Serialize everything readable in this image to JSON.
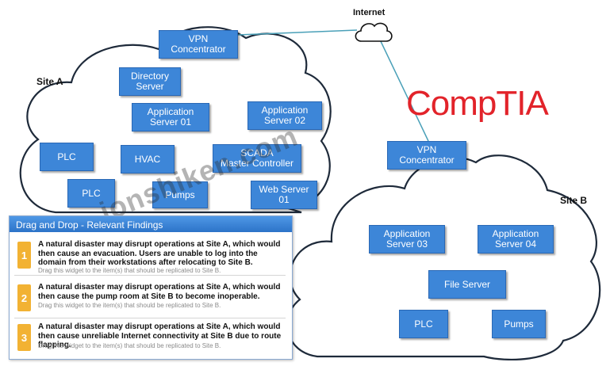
{
  "internet_label": "Internet",
  "site_a_label": "Site A",
  "site_b_label": "Site B",
  "brand": "CompTIA",
  "watermark": "jonshiken.com",
  "panel": {
    "title": "Drag and Drop - Relevant Findings",
    "hint": "Drag this widget to the item(s) that should be replicated to Site B.",
    "findings": [
      {
        "num": "1",
        "text": "A natural disaster may disrupt operations at Site A, which would then cause an evacuation. Users are unable to log into the domain from their workstations after relocating to Site B."
      },
      {
        "num": "2",
        "text": "A natural disaster may disrupt operations at Site A, which would then cause the pump room at Site B to become inoperable."
      },
      {
        "num": "3",
        "text": "A natural disaster may disrupt operations at Site A, which would then cause unreliable Internet connectivity at Site B due to route flapping."
      }
    ]
  },
  "site_a": {
    "vpn": [
      "VPN",
      "Concentrator"
    ],
    "directory": [
      "Directory",
      "Server"
    ],
    "app1": [
      "Application",
      "Server 01"
    ],
    "app2": [
      "Application",
      "Server 02"
    ],
    "plc1": "PLC",
    "hvac": "HVAC",
    "scada": [
      "SCADA",
      "Master Controller"
    ],
    "plc2": "PLC",
    "pumps": "Pumps",
    "web": [
      "Web Server",
      "01"
    ]
  },
  "site_b": {
    "vpn": [
      "VPN",
      "Concentrator"
    ],
    "app3": [
      "Application",
      "Server 03"
    ],
    "app4": [
      "Application",
      "Server 04"
    ],
    "file": "File Server",
    "plc": "PLC",
    "pumps": "Pumps"
  }
}
